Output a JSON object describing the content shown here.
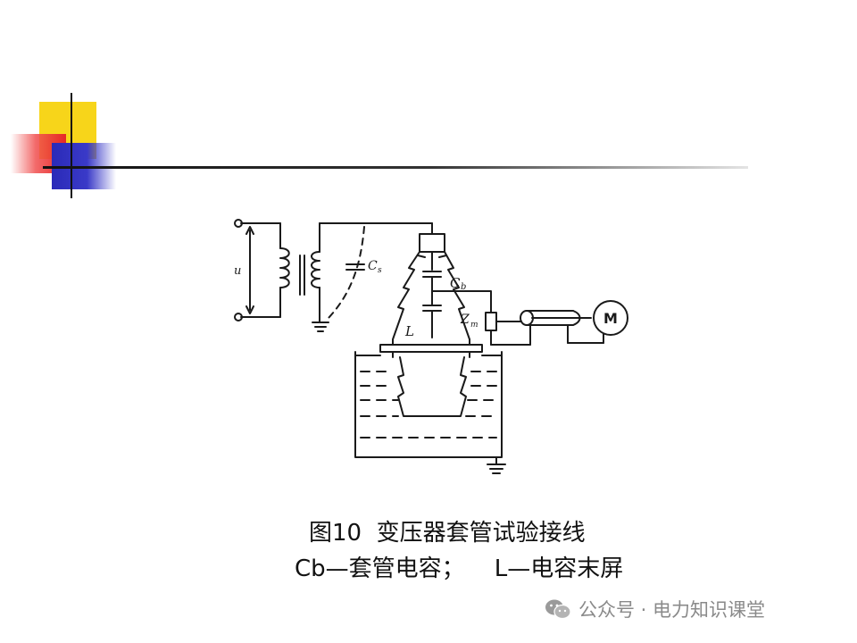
{
  "caption": {
    "line1": "图10  变压器套管试验接线",
    "line2": "Cb—套管电容；    L—电容末屏"
  },
  "diagram": {
    "labels": {
      "voltage": "u",
      "stray_capacitance": "C",
      "stray_capacitance_sub": "s",
      "bushing_capacitance": "C",
      "bushing_capacitance_sub": "b",
      "end_screen": "L",
      "impedance": "Z",
      "impedance_sub": "m",
      "meter": "M"
    }
  },
  "watermark": {
    "text": "公众号 · 电力知识课堂",
    "icon": "wechat-icon"
  }
}
